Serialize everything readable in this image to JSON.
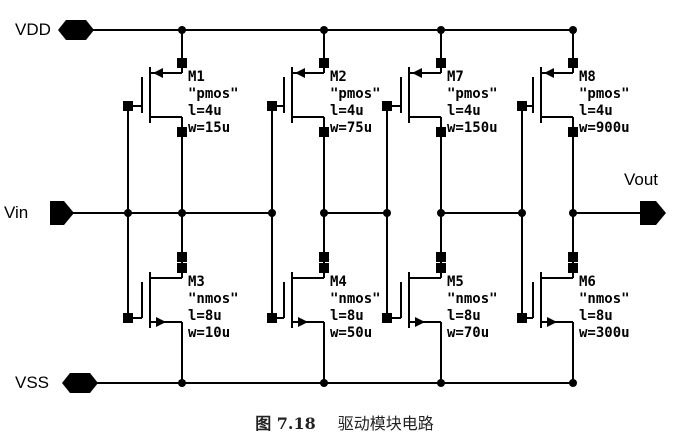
{
  "ports": {
    "vdd": "VDD",
    "vin": "Vin",
    "vout": "Vout",
    "vss": "VSS"
  },
  "transistors": [
    {
      "name": "M1",
      "model": "\"pmos\"",
      "l": "l=4u",
      "w": "w=15u"
    },
    {
      "name": "M2",
      "model": "\"pmos\"",
      "l": "l=4u",
      "w": "w=75u"
    },
    {
      "name": "M7",
      "model": "\"pmos\"",
      "l": "l=4u",
      "w": "w=150u"
    },
    {
      "name": "M8",
      "model": "\"pmos\"",
      "l": "l=4u",
      "w": "w=900u"
    },
    {
      "name": "M3",
      "model": "\"nmos\"",
      "l": "l=8u",
      "w": "w=10u"
    },
    {
      "name": "M4",
      "model": "\"nmos\"",
      "l": "l=8u",
      "w": "w=50u"
    },
    {
      "name": "M5",
      "model": "\"nmos\"",
      "l": "l=8u",
      "w": "w=70u"
    },
    {
      "name": "M6",
      "model": "\"nmos\"",
      "l": "l=8u",
      "w": "w=300u"
    }
  ],
  "caption": {
    "number": "图 7.18",
    "title": "驱动模块电路"
  }
}
